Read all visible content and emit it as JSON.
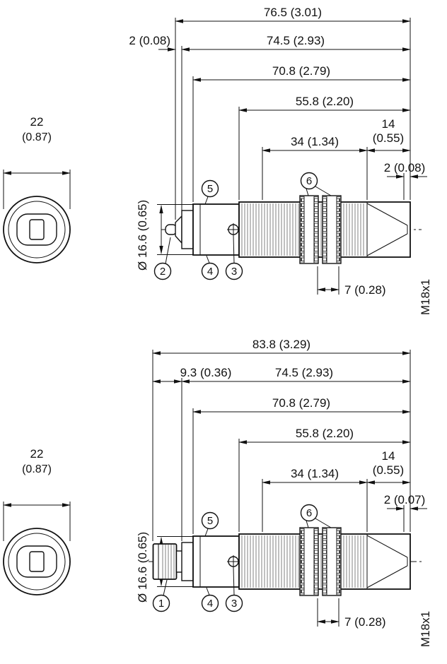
{
  "cable_version": {
    "dims": {
      "overall": "76.5 (3.01)",
      "left_offset": "2 (0.08)",
      "to_rear": "74.5 (2.93)",
      "to_housing": "70.8 (2.79)",
      "to_thread": "55.8 (2.20)",
      "head_len": "14",
      "head_len_inch": "(0.55)",
      "thread_len": "34 (1.34)",
      "right_offset": "2 (0.08)",
      "width_af": "22",
      "width_af_inch": "(0.87)",
      "rear_dia": "Ø 16.6 (0.65)",
      "nut_width": "7 (0.28)",
      "thread_size": "M18x1"
    },
    "callouts": {
      "c5": "5",
      "c6": "6",
      "c_left": "2",
      "c4": "4",
      "c3": "3"
    }
  },
  "connector_version": {
    "dims": {
      "overall": "83.8 (3.29)",
      "left_offset": "9.3 (0.36)",
      "to_rear": "74.5 (2.93)",
      "to_housing": "70.8 (2.79)",
      "to_thread": "55.8 (2.20)",
      "head_len": "14",
      "head_len_inch": "(0.55)",
      "thread_len": "34 (1.34)",
      "right_offset": "2 (0.07)",
      "width_af": "22",
      "width_af_inch": "(0.87)",
      "rear_dia": "Ø 16.6 (0.65)",
      "nut_width": "7 (0.28)",
      "thread_size": "M18x1"
    },
    "callouts": {
      "c5": "5",
      "c6": "6",
      "c_left": "1",
      "c4": "4",
      "c3": "3"
    }
  }
}
